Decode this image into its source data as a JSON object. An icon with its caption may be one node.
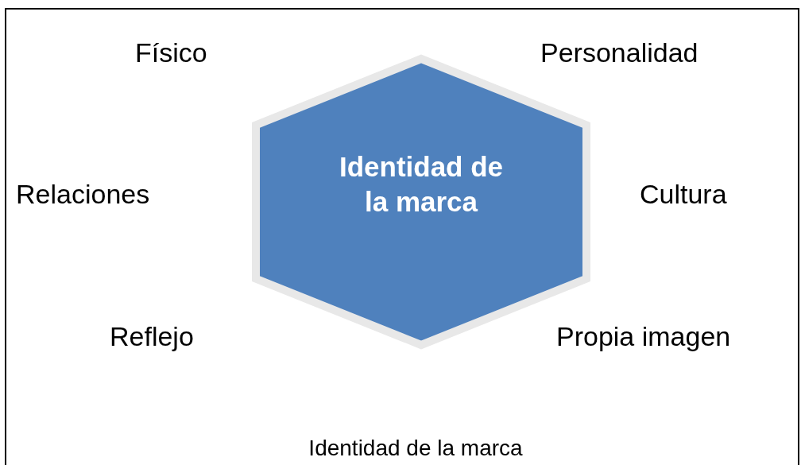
{
  "diagram": {
    "caption": "Identidad de la marca",
    "nodes": [
      {
        "text": [
          "Identidad de la marca"
        ]
      }
    ],
    "labels": [
      "Físico",
      "Personalidad",
      "Relaciones",
      "Cultura",
      "Reflejo",
      "Propia imagen"
    ]
  }
}
